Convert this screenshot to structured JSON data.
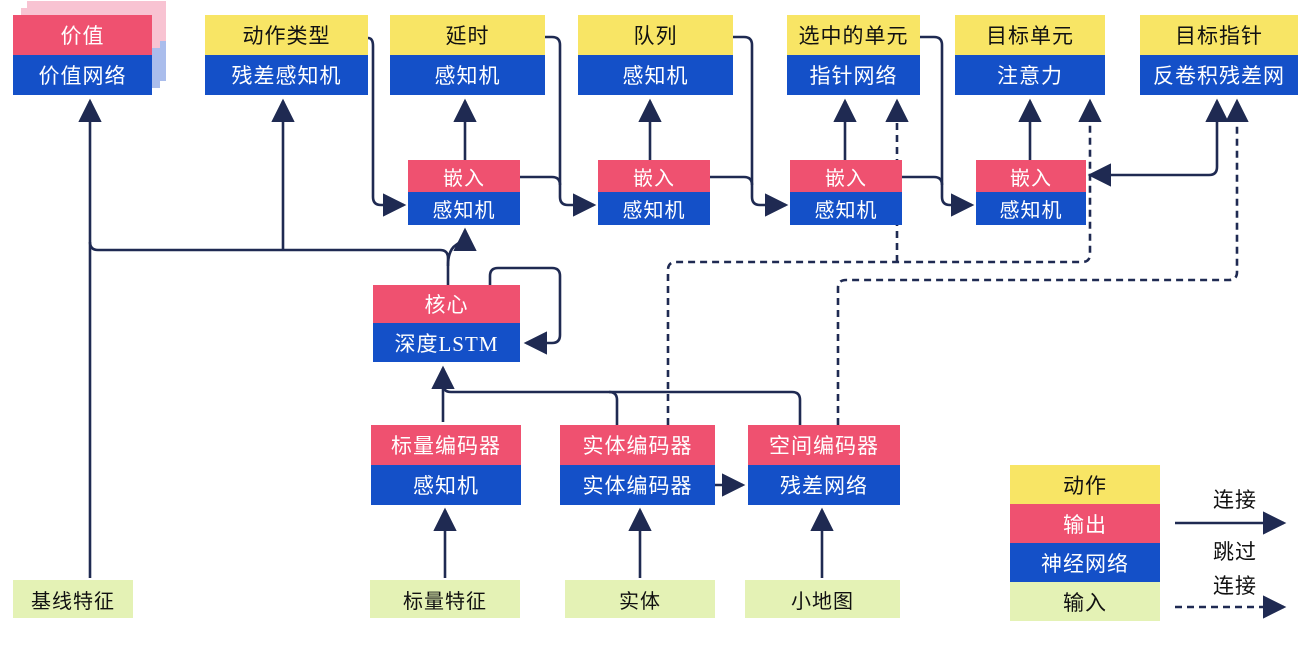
{
  "diagram": {
    "nodes": {
      "value": {
        "top": "价值",
        "bottom": "价值网络"
      },
      "action_type": {
        "top": "动作类型",
        "bottom": "残差感知机"
      },
      "delay": {
        "top": "延时",
        "bottom": "感知机"
      },
      "queue": {
        "top": "队列",
        "bottom": "感知机"
      },
      "selected_units": {
        "top": "选中的单元",
        "bottom": "指针网络"
      },
      "target_unit": {
        "top": "目标单元",
        "bottom": "注意力"
      },
      "target_point": {
        "top": "目标指针",
        "bottom": "反卷积残差网"
      },
      "embed1": {
        "top": "嵌入",
        "bottom": "感知机"
      },
      "embed2": {
        "top": "嵌入",
        "bottom": "感知机"
      },
      "embed3": {
        "top": "嵌入",
        "bottom": "感知机"
      },
      "embed4": {
        "top": "嵌入",
        "bottom": "感知机"
      },
      "core": {
        "top": "核心",
        "bottom": "深度LSTM"
      },
      "scalar_encoder": {
        "top": "标量编码器",
        "bottom": "感知机"
      },
      "entity_encoder": {
        "top": "实体编码器",
        "bottom": "实体编码器"
      },
      "spatial_encoder": {
        "top": "空间编码器",
        "bottom": "残差网络"
      },
      "baseline_features": "基线特征",
      "scalar_features": "标量特征",
      "entities": "实体",
      "minimap": "小地图"
    },
    "legend": {
      "action": "动作",
      "output": "输出",
      "neural_network": "神经网络",
      "input": "输入",
      "connection": "连接",
      "skip_line1": "跳过",
      "skip_line2": "连接"
    },
    "colors": {
      "action": "#f8e565",
      "output": "#ef5170",
      "nn": "#1450c8",
      "input": "#e4f2b5",
      "line": "#1f2a52",
      "ghost_pink": "#f8c3d2",
      "ghost_blue": "#aabdec"
    }
  }
}
